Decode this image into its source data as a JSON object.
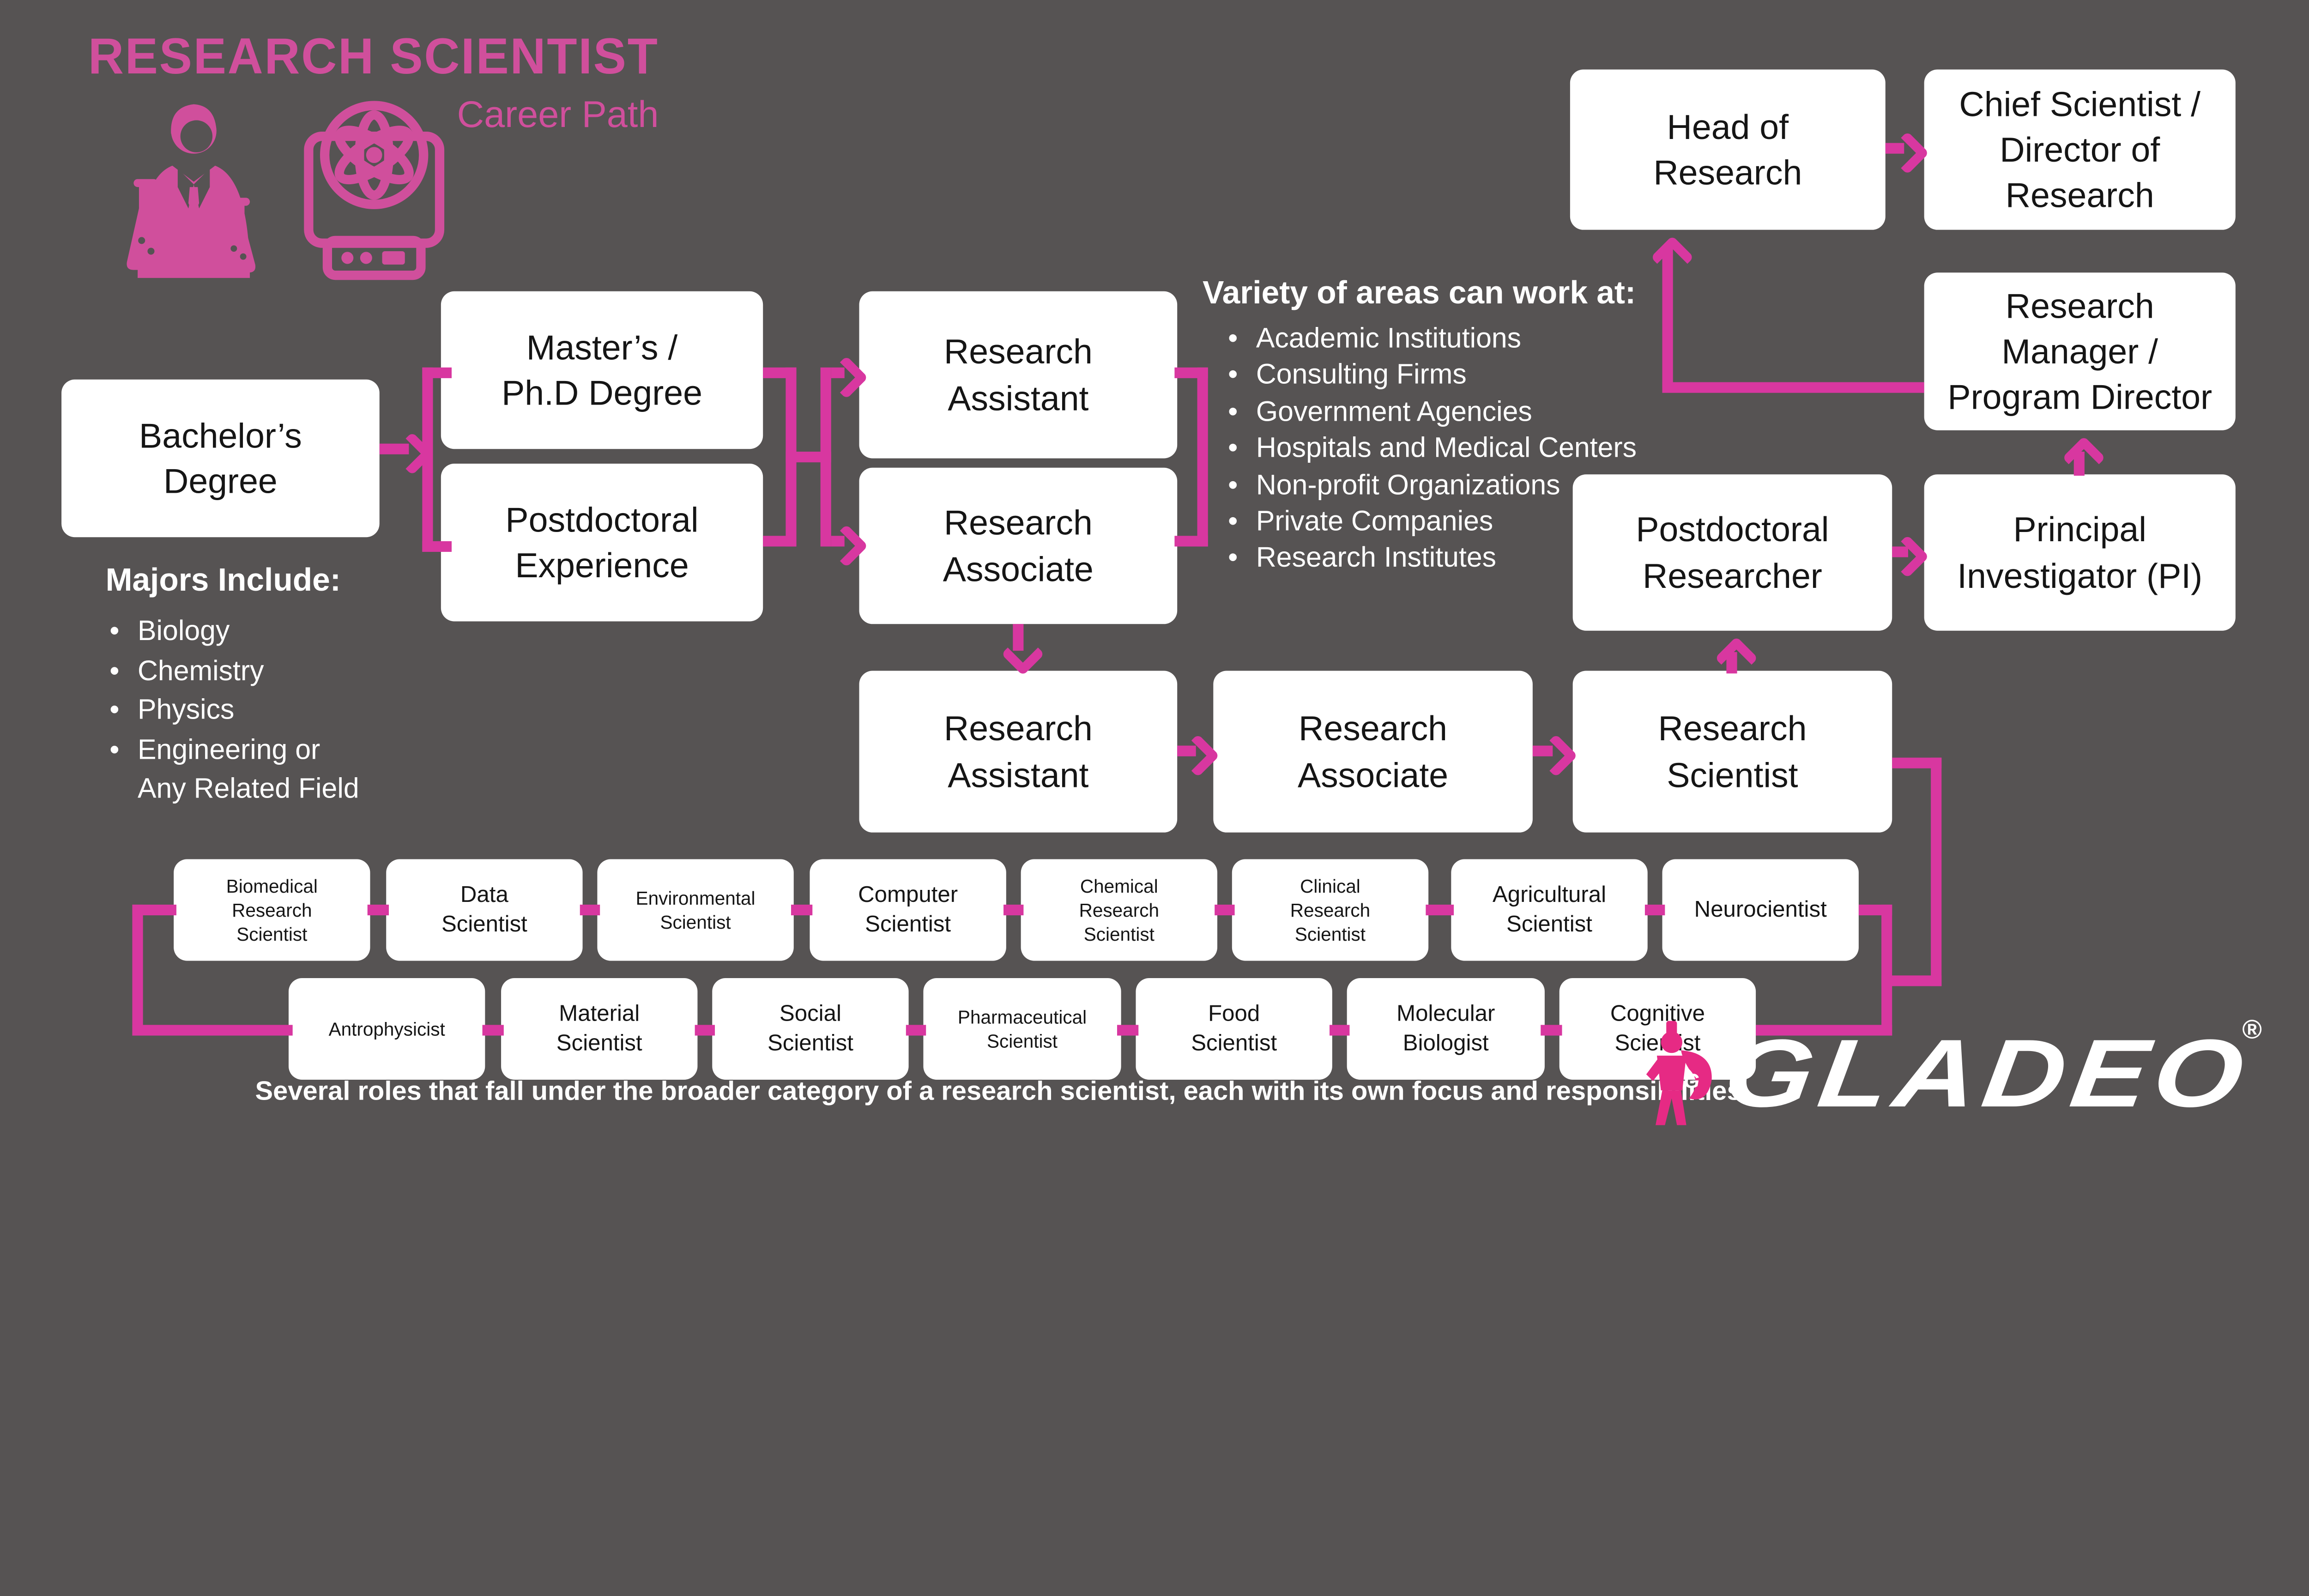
{
  "colors": {
    "background": "#565353",
    "accent_pink": "#d837a0",
    "title_pink": "#d04f9c",
    "mascot_pink": "#e62a84",
    "box_background": "#ffffff",
    "box_text": "#151515",
    "list_text": "#ffffff"
  },
  "header": {
    "title": "RESEARCH SCIENTIST",
    "subtitle": "Career Path",
    "icon": "scientist-with-flasks-and-atom-monitor-icon"
  },
  "majors": {
    "heading": "Majors Include:",
    "items": [
      "Biology",
      "Chemistry",
      "Physics",
      "Engineering or\nAny Related Field"
    ]
  },
  "areas": {
    "heading": "Variety of areas can work at:",
    "items": [
      "Academic Institutions",
      "Consulting Firms",
      "Government Agencies",
      "Hospitals and Medical Centers",
      "Non-profit Organizations",
      "Private Companies",
      "Research Institutes"
    ]
  },
  "flow": {
    "bachelors": "Bachelor’s\nDegree",
    "masters": "Master’s /\nPh.D Degree",
    "postdoc_experience": "Postdoctoral\nExperience",
    "research_assistant_entry": "Research\nAssistant",
    "research_associate_entry": "Research\nAssociate",
    "research_assistant": "Research\nAssistant",
    "research_associate": "Research\nAssociate",
    "research_scientist": "Research\nScientist",
    "postdoctoral_researcher": "Postdoctoral\nResearcher",
    "principal_investigator": "Principal\nInvestigator (PI)",
    "research_manager": "Research\nManager /\nProgram Director",
    "head_of_research": "Head of\nResearch",
    "chief_scientist": "Chief Scientist /\nDirector of\nResearch"
  },
  "specialists": {
    "row1": [
      "Biomedical\nResearch\nScientist",
      "Data\nScientist",
      "Environmental\nScientist",
      "Computer\nScientist",
      "Chemical\nResearch\nScientist",
      "Clinical\nResearch\nScientist",
      "Agricultural\nScientist",
      "Neurocientist"
    ],
    "row2": [
      "Antrophysicist",
      "Material\nScientist",
      "Social\nScientist",
      "Pharmaceutical\nScientist",
      "Food\nScientist",
      "Molecular\nBiologist",
      "Cognitive\nScientist"
    ]
  },
  "caption": "Several roles that fall under the broader category of a research scientist, each with its own focus and responsibilities.",
  "logo": {
    "brand": "GLADEO",
    "registered": "®",
    "mascot_letter": "G"
  }
}
